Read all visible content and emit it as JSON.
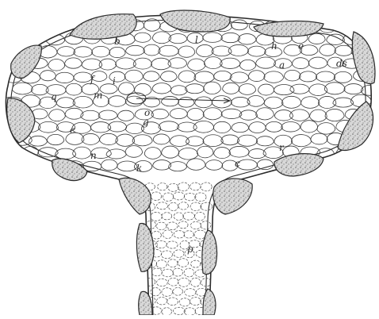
{
  "figure": {
    "labels": {
      "b": "b",
      "l": "l",
      "h": "h",
      "e": "e",
      "ds": "ds",
      "a": "a",
      "f": "f",
      "i": "i",
      "m": "m",
      "q": "q",
      "o": "o",
      "g": "g",
      "c_left": "c",
      "r": "r",
      "n": "n",
      "k": "k",
      "c_right": "c",
      "p": "p"
    },
    "colors": {
      "ink": "#2b2b2b",
      "plate_fill": "#dcdcdc",
      "paper": "#ffffff"
    }
  }
}
